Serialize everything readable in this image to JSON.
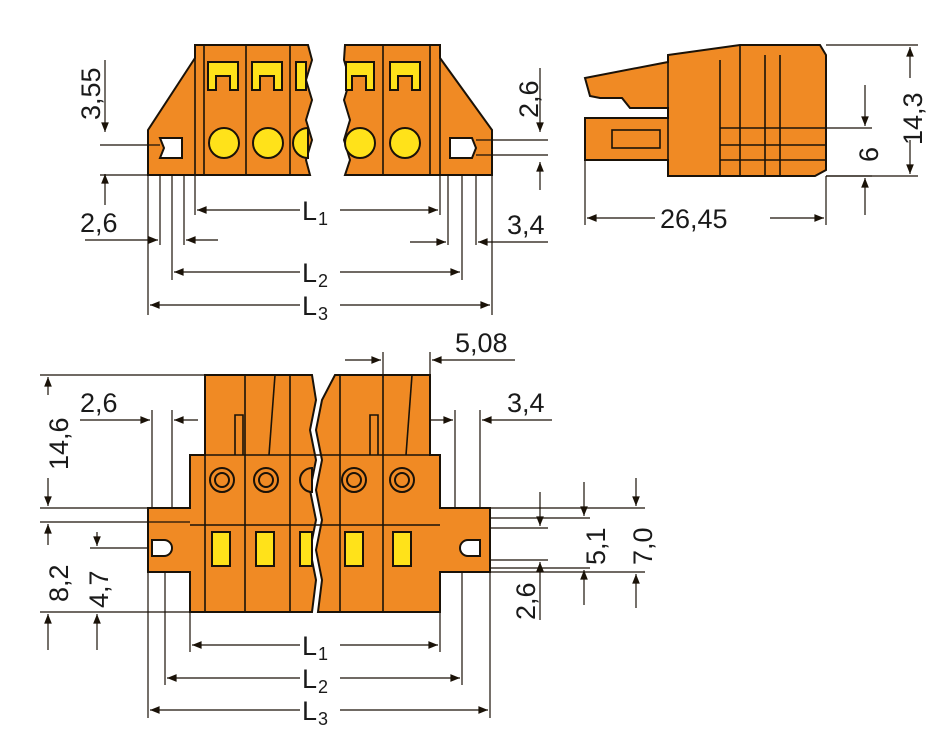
{
  "views": {
    "top": {
      "dims": {
        "h_3_55": "3,55",
        "h_2_6_right": "2,6",
        "w_2_6_left": "2,6",
        "w_3_4_right": "3,4",
        "l1": "L",
        "l1_sub": "1",
        "l2": "L",
        "l2_sub": "2",
        "l3": "L",
        "l3_sub": "3"
      }
    },
    "side": {
      "dims": {
        "h_14_3": "14,3",
        "h_6": "6",
        "w_26_45": "26,45"
      }
    },
    "front": {
      "dims": {
        "pitch_5_08": "5,08",
        "h_14_6": "14,6",
        "w_2_6_left": "2,6",
        "w_3_4_right": "3,4",
        "h_8_2": "8,2",
        "h_4_7": "4,7",
        "h_5_1": "5,1",
        "h_7_0": "7,0",
        "h_2_6": "2,6",
        "l1": "L",
        "l1_sub": "1",
        "l2": "L",
        "l2_sub": "2",
        "l3": "L",
        "l3_sub": "3"
      }
    }
  },
  "colors": {
    "housing": "#f08a24",
    "clamp": "#ffe21a",
    "outline": "#1a1208"
  }
}
